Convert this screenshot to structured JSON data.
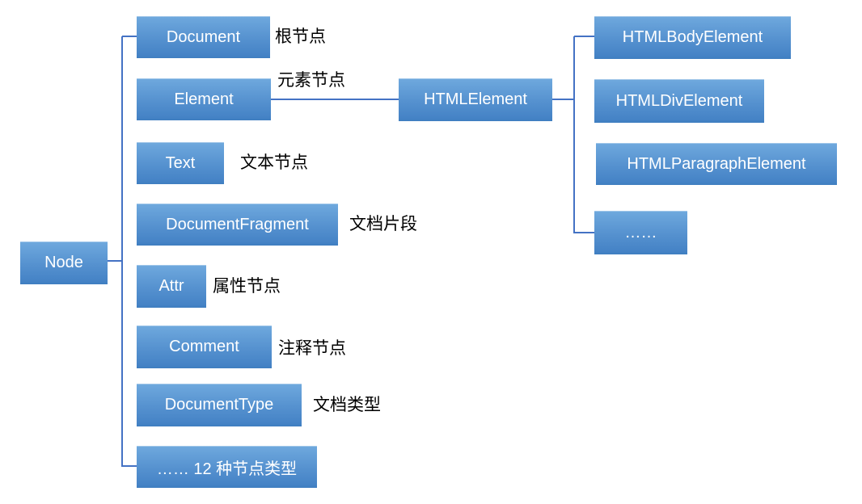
{
  "diagram": {
    "description": "DOM Node type hierarchy",
    "colors": {
      "box_gradient_top": "#6FA9DE",
      "box_gradient_bottom": "#4583C6",
      "connector_line": "#4472C4",
      "box_text": "#FFFFFF",
      "note_text": "#000000",
      "background": "#FFFFFF"
    },
    "root": {
      "label": "Node"
    },
    "node_types": [
      {
        "label": "Document",
        "note": "根节点"
      },
      {
        "label": "Element",
        "note": "元素节点"
      },
      {
        "label": "Text",
        "note": "文本节点"
      },
      {
        "label": "DocumentFragment",
        "note": "文档片段"
      },
      {
        "label": "Attr",
        "note": "属性节点"
      },
      {
        "label": "Comment",
        "note": "注释节点"
      },
      {
        "label": "DocumentType",
        "note": "文档类型"
      },
      {
        "label": "…… 12 种节点类型",
        "note": ""
      }
    ],
    "element_branch": {
      "parent": {
        "label": "HTMLElement"
      },
      "children": [
        {
          "label": "HTMLBodyElement"
        },
        {
          "label": "HTMLDivElement"
        },
        {
          "label": "HTMLParagraphElement"
        },
        {
          "label": "……"
        }
      ]
    }
  }
}
